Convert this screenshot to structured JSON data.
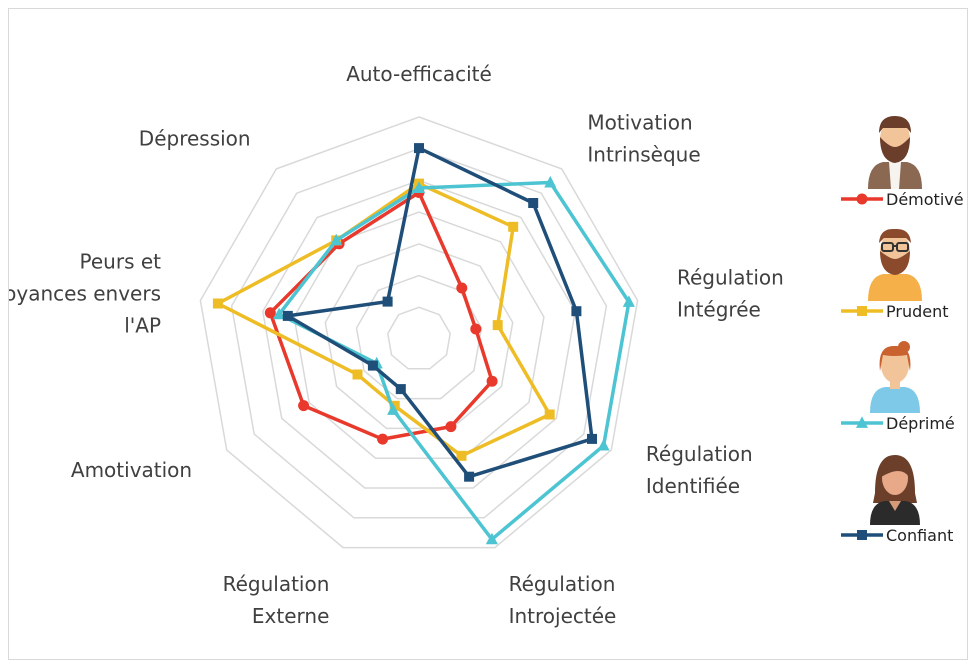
{
  "chart_data": {
    "type": "radar",
    "axes": [
      {
        "lines": [
          "Auto-efficacité"
        ]
      },
      {
        "lines": [
          "Motivation",
          "Intrinsèque"
        ]
      },
      {
        "lines": [
          "Régulation",
          "Intégrée"
        ]
      },
      {
        "lines": [
          "Régulation",
          "Identifiée"
        ]
      },
      {
        "lines": [
          "Régulation",
          "Introjectée"
        ]
      },
      {
        "lines": [
          "Régulation",
          "Externe"
        ]
      },
      {
        "lines": [
          "Amotivation"
        ]
      },
      {
        "lines": [
          "Peurs et",
          "Croyances envers",
          "l'AP"
        ]
      },
      {
        "lines": [
          "Dépression"
        ]
      }
    ],
    "rmax": 5,
    "grid_rings": 7,
    "series": [
      {
        "name": "Démotivé",
        "color": "#e8392c",
        "marker": "circle",
        "avatar": "bearded-man-icon",
        "values": [
          3.3,
          1.5,
          1.3,
          1.9,
          2.1,
          2.4,
          3.0,
          3.4,
          2.8
        ]
      },
      {
        "name": "Prudent",
        "color": "#eebd26",
        "marker": "square",
        "avatar": "man-glasses-icon",
        "values": [
          3.5,
          3.3,
          1.8,
          3.4,
          2.8,
          1.6,
          1.6,
          4.6,
          2.9
        ]
      },
      {
        "name": "Déprimé",
        "color": "#4dc4d2",
        "marker": "triangle",
        "avatar": "red-haired-woman-icon",
        "values": [
          3.4,
          4.6,
          4.8,
          4.8,
          4.8,
          1.7,
          1.1,
          3.2,
          2.9
        ]
      },
      {
        "name": "Confiant",
        "color": "#1f4e79",
        "marker": "square",
        "avatar": "dark-haired-woman-icon",
        "values": [
          4.3,
          4.0,
          3.6,
          4.5,
          3.3,
          1.2,
          1.2,
          3.0,
          1.1
        ]
      }
    ]
  }
}
